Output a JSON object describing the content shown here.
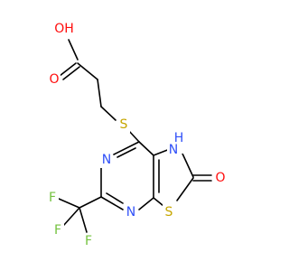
{
  "colors": {
    "oxygen": "#ff0d0d",
    "nitrogen": "#3050f8",
    "sulfur": "#c6a600",
    "fluorine": "#74c23f",
    "bond": "#000000",
    "background": "#ffffff"
  },
  "atoms": [
    {
      "id": "acid_o_h",
      "label": "OH",
      "element": "oxygen"
    },
    {
      "id": "acid_o_double",
      "label": "O",
      "element": "oxygen"
    },
    {
      "id": "thioether_s",
      "label": "S",
      "element": "sulfur"
    },
    {
      "id": "ring_nh",
      "label": "H",
      "element": "nitrogen"
    },
    {
      "id": "ring_nh_n",
      "label": "N",
      "element": "nitrogen"
    },
    {
      "id": "ring_n_upper",
      "label": "N",
      "element": "nitrogen"
    },
    {
      "id": "ring_n_lower",
      "label": "N",
      "element": "nitrogen"
    },
    {
      "id": "ring_s",
      "label": "S",
      "element": "sulfur"
    },
    {
      "id": "keto_o",
      "label": "O",
      "element": "oxygen"
    },
    {
      "id": "f1",
      "label": "F",
      "element": "fluorine"
    },
    {
      "id": "f2",
      "label": "F",
      "element": "fluorine"
    },
    {
      "id": "f3",
      "label": "F",
      "element": "fluorine"
    }
  ]
}
